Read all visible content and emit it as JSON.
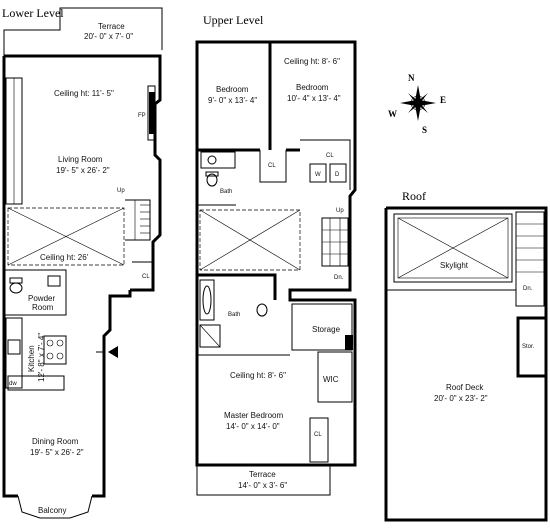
{
  "levels": {
    "lower": "Lower Level",
    "upper": "Upper Level",
    "roof": "Roof"
  },
  "lower": {
    "terrace": {
      "name": "Terrace",
      "size": "20'- 0\" x 7'- 0\""
    },
    "ceiling_top": "Ceiling ht: 11'- 5\"",
    "fireplace": "FP",
    "living": {
      "name": "Living Room",
      "size": "19'- 5\" x 26'- 2\""
    },
    "up": "Up",
    "ceiling_mid": "Ceiling ht: 26'",
    "closet": "CL",
    "powder": {
      "line1": "Powder",
      "line2": "Room"
    },
    "kitchen": {
      "name": "Kitchen",
      "size": "12'- 8\" x 7'- 4\""
    },
    "dw": "dw",
    "dining": {
      "name": "Dining Room",
      "size": "19'- 5\" x 26'- 2\""
    },
    "balcony": "Balcony"
  },
  "upper": {
    "ceiling_bed2": "Ceiling ht: 8'- 6\"",
    "bedroom1": {
      "name": "Bedroom",
      "size": "9'- 0\" x 13'- 4\""
    },
    "bedroom2": {
      "name": "Bedroom",
      "size": "10'- 4\" x 13'- 4\""
    },
    "cl1": "CL",
    "cl2": "CL",
    "bath1": "Bath",
    "washer": "W",
    "dryer": "D",
    "up": "Up",
    "dn": "Dn.",
    "bath2": "Bath",
    "storage": "Storage",
    "wic": "WIC",
    "ceiling_master": "Ceiling ht: 8'- 6\"",
    "master": {
      "name": "Master Bedroom",
      "size": "14'- 0\" x 14'- 0\""
    },
    "cl3": "CL",
    "terrace": {
      "name": "Terrace",
      "size": "14'- 0\" x 3'- 6\""
    }
  },
  "roof": {
    "skylight": "Skylight",
    "dn": "Dn.",
    "stor": "Stor.",
    "deck": {
      "name": "Roof Deck",
      "size": "20'- 0\" x 23'- 2\""
    }
  },
  "compass": {
    "n": "N",
    "s": "S",
    "e": "E",
    "w": "W"
  }
}
